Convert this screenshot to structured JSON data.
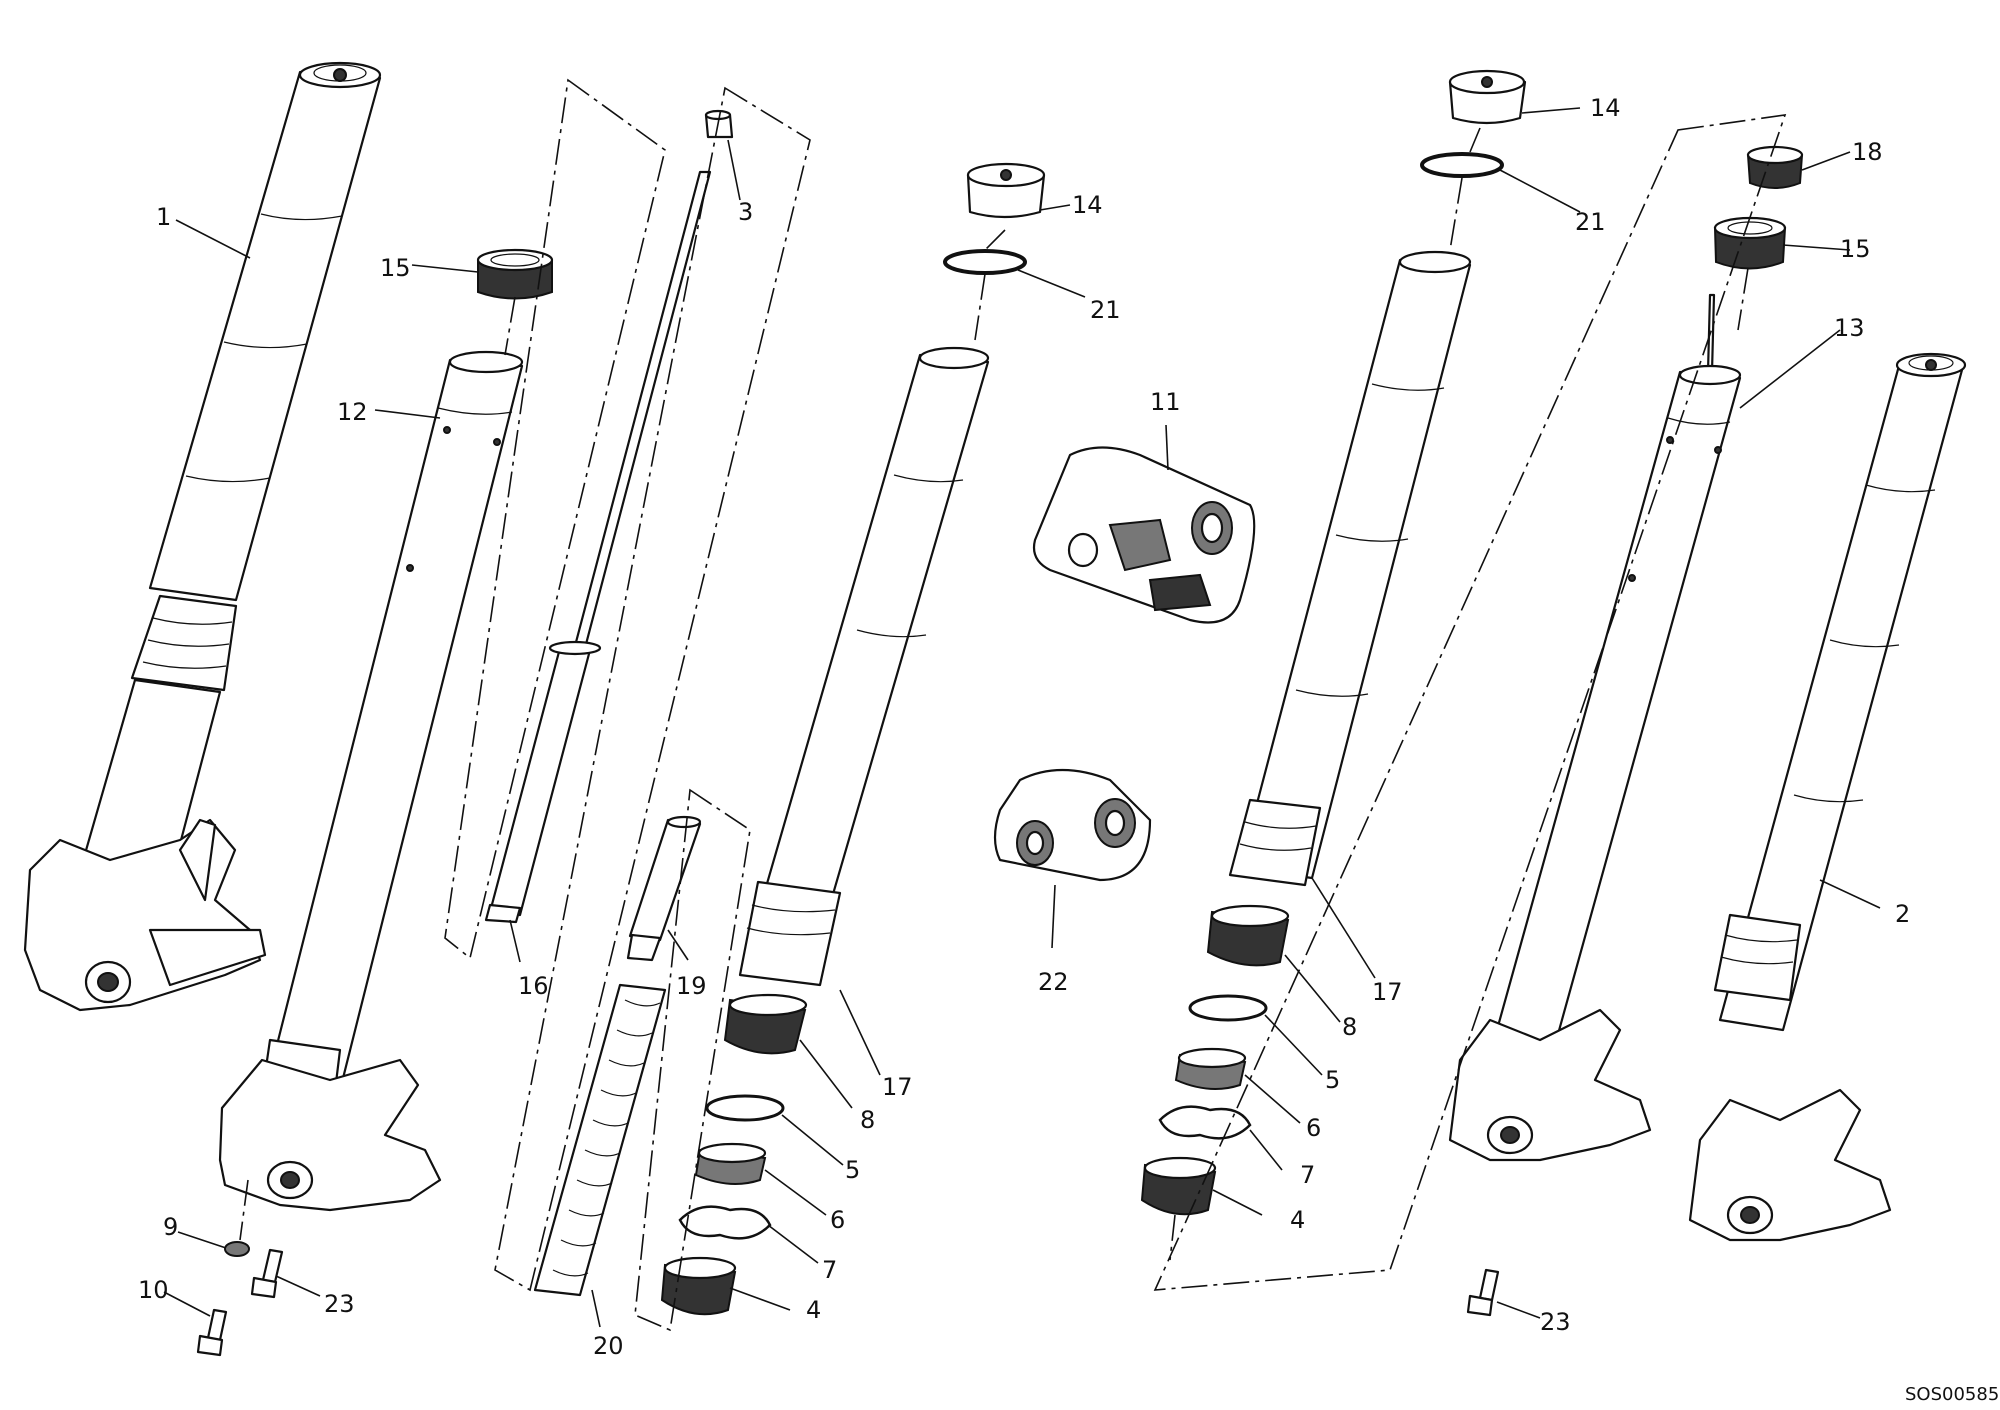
{
  "diagram": {
    "callouts": [
      {
        "id": "c1",
        "label": "1",
        "name": "callout-1"
      },
      {
        "id": "c15a",
        "label": "15",
        "name": "callout-15-left"
      },
      {
        "id": "c12",
        "label": "12",
        "name": "callout-12"
      },
      {
        "id": "c3",
        "label": "3",
        "name": "callout-3"
      },
      {
        "id": "c16",
        "label": "16",
        "name": "callout-16"
      },
      {
        "id": "c19",
        "label": "19",
        "name": "callout-19"
      },
      {
        "id": "c20",
        "label": "20",
        "name": "callout-20"
      },
      {
        "id": "c9",
        "label": "9",
        "name": "callout-9"
      },
      {
        "id": "c10",
        "label": "10",
        "name": "callout-10"
      },
      {
        "id": "c23a",
        "label": "23",
        "name": "callout-23-left"
      },
      {
        "id": "c14a",
        "label": "14",
        "name": "callout-14-center"
      },
      {
        "id": "c21a",
        "label": "21",
        "name": "callout-21-center"
      },
      {
        "id": "c17a",
        "label": "17",
        "name": "callout-17-center"
      },
      {
        "id": "c8a",
        "label": "8",
        "name": "callout-8-center"
      },
      {
        "id": "c5a",
        "label": "5",
        "name": "callout-5-center"
      },
      {
        "id": "c6a",
        "label": "6",
        "name": "callout-6-center"
      },
      {
        "id": "c7a",
        "label": "7",
        "name": "callout-7-center"
      },
      {
        "id": "c4a",
        "label": "4",
        "name": "callout-4-center"
      },
      {
        "id": "c11",
        "label": "11",
        "name": "callout-11"
      },
      {
        "id": "c22",
        "label": "22",
        "name": "callout-22"
      },
      {
        "id": "c14b",
        "label": "14",
        "name": "callout-14-right"
      },
      {
        "id": "c21b",
        "label": "21",
        "name": "callout-21-right"
      },
      {
        "id": "c17b",
        "label": "17",
        "name": "callout-17-right"
      },
      {
        "id": "c8b",
        "label": "8",
        "name": "callout-8-right"
      },
      {
        "id": "c5b",
        "label": "5",
        "name": "callout-5-right"
      },
      {
        "id": "c6b",
        "label": "6",
        "name": "callout-6-right"
      },
      {
        "id": "c7b",
        "label": "7",
        "name": "callout-7-right"
      },
      {
        "id": "c4b",
        "label": "4",
        "name": "callout-4-right"
      },
      {
        "id": "c18",
        "label": "18",
        "name": "callout-18"
      },
      {
        "id": "c15b",
        "label": "15",
        "name": "callout-15-right"
      },
      {
        "id": "c13",
        "label": "13",
        "name": "callout-13"
      },
      {
        "id": "c2",
        "label": "2",
        "name": "callout-2"
      },
      {
        "id": "c23b",
        "label": "23",
        "name": "callout-23-right"
      }
    ],
    "drawing_code": "SOS00585"
  }
}
